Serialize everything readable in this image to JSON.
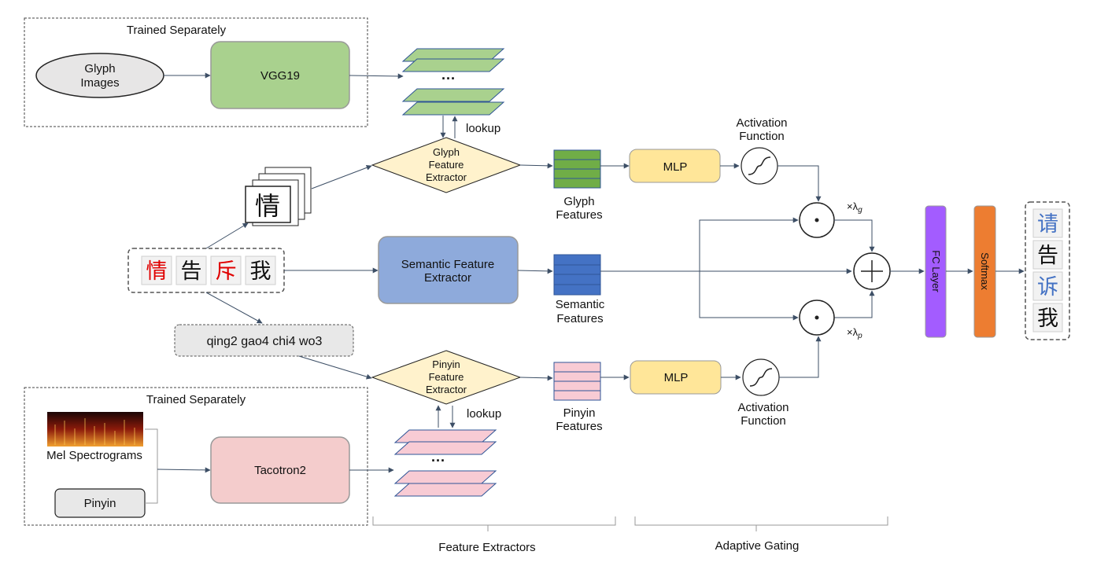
{
  "colors": {
    "vgg": "#a9d18e",
    "tacotron": "#f4cccc",
    "semantic": "#8eaadb",
    "mlp": "#ffe699",
    "diamond": "#fff2cc",
    "glyph_feat": "#70ad47",
    "semantic_feat": "#4472c4",
    "pinyin_feat": "#f8cbd4",
    "fc": "#a35cff",
    "softmax": "#ed7d31",
    "red_char": "#e00000",
    "blue_char": "#4472c4",
    "arrow": "#3d4f66"
  },
  "top_group": {
    "title": "Trained Separately",
    "glyph_images": [
      "Glyph",
      "Images"
    ],
    "vgg": "VGG19"
  },
  "bottom_group": {
    "title": "Trained Separately",
    "mel": "Mel Spectrograms",
    "pinyin": "Pinyin",
    "tacotron": "Tacotron2"
  },
  "glyph_extractor": [
    "Glyph",
    "Feature",
    "Extractor"
  ],
  "pinyin_extractor": [
    "Pinyin",
    "Feature",
    "Extractor"
  ],
  "semantic_extractor": [
    "Semantic Feature",
    "Extractor"
  ],
  "lookup_top": "lookup",
  "lookup_bottom": "lookup",
  "dots": "···",
  "glyph_char": "情",
  "input_chars": [
    "情",
    "告",
    "斥",
    "我"
  ],
  "input_red": [
    true,
    false,
    true,
    false
  ],
  "pinyin_text": "qing2 gao4 chi4 wo3",
  "glyph_features": [
    "Glyph",
    "Features"
  ],
  "semantic_features": [
    "Semantic",
    "Features"
  ],
  "pinyin_features": [
    "Pinyin",
    "Features"
  ],
  "mlp_top": "MLP",
  "mlp_bottom": "MLP",
  "activation_top": [
    "Activation",
    "Function"
  ],
  "activation_bottom": [
    "Activation",
    "Function"
  ],
  "lambda_g": "×λ",
  "lambda_g_sub": "g",
  "lambda_p": "×λ",
  "lambda_p_sub": "p",
  "fc_layer": "FC Layer",
  "softmax": "Softmax",
  "output_chars": [
    "请",
    "告",
    "诉",
    "我"
  ],
  "output_blue": [
    true,
    false,
    true,
    false
  ],
  "brace_feature": "Feature Extractors",
  "brace_gating": "Adaptive Gating"
}
